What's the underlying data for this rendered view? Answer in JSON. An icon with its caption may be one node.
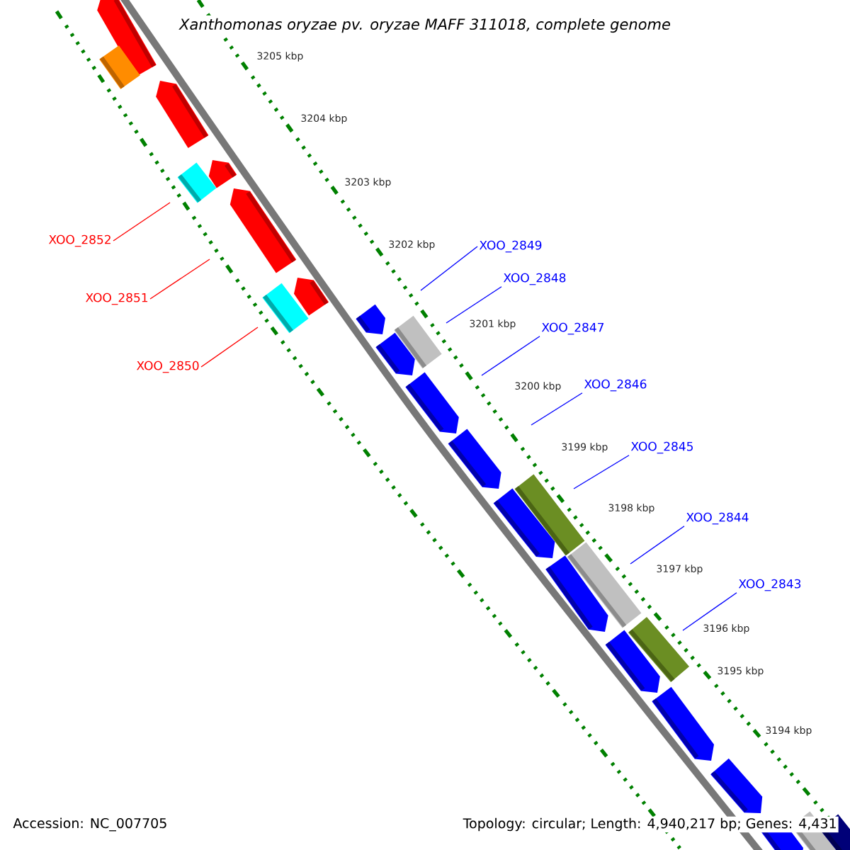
{
  "diagram": {
    "title": "Xanthomonas oryzae pv. oryzae MAFF 311018, complete genome",
    "nodes": [
      {
        "text": [
          "XOO_2852"
        ]
      },
      {
        "text": [
          "XOO_2849"
        ]
      },
      {
        "text": [
          "XOO_2848"
        ]
      },
      {
        "text": [
          "XOO_2851"
        ]
      },
      {
        "text": [
          "XOO_2847"
        ]
      },
      {
        "text": [
          "XOO_2850"
        ]
      },
      {
        "text": [
          "XOO_2846"
        ]
      },
      {
        "text": [
          "XOO_2845"
        ]
      },
      {
        "text": [
          "XOO_2844"
        ]
      },
      {
        "text": [
          "XOO_2843"
        ]
      }
    ],
    "edges": [
      {
        "from": 0,
        "to": null,
        "arrow": "none",
        "color": "#ff0000"
      },
      {
        "from": 1,
        "to": null,
        "arrow": "none"
      },
      {
        "from": 2,
        "to": null,
        "arrow": "none"
      },
      {
        "from": 3,
        "to": null,
        "arrow": "none",
        "color": "#ff0000"
      },
      {
        "from": 4,
        "to": null,
        "arrow": "none"
      },
      {
        "from": 5,
        "to": null,
        "arrow": "none",
        "color": "#ff0000"
      },
      {
        "from": 6,
        "to": null,
        "arrow": "none"
      },
      {
        "from": 7,
        "to": null,
        "arrow": "none"
      },
      {
        "from": 8,
        "to": null,
        "arrow": "none"
      },
      {
        "from": 9,
        "to": null,
        "arrow": "none"
      }
    ],
    "labels": [
      "3205 kbp",
      "3204 kbp",
      "3203 kbp",
      "3202 kbp",
      "3201 kbp",
      "3200 kbp",
      "3199 kbp",
      "3198 kbp",
      "3197 kbp",
      "3196 kbp",
      "3195 kbp",
      "3194 kbp",
      "Accession: NC_007705",
      "Topology: circular; Length: 4,940,217 bp; Genes: 4,431"
    ]
  }
}
